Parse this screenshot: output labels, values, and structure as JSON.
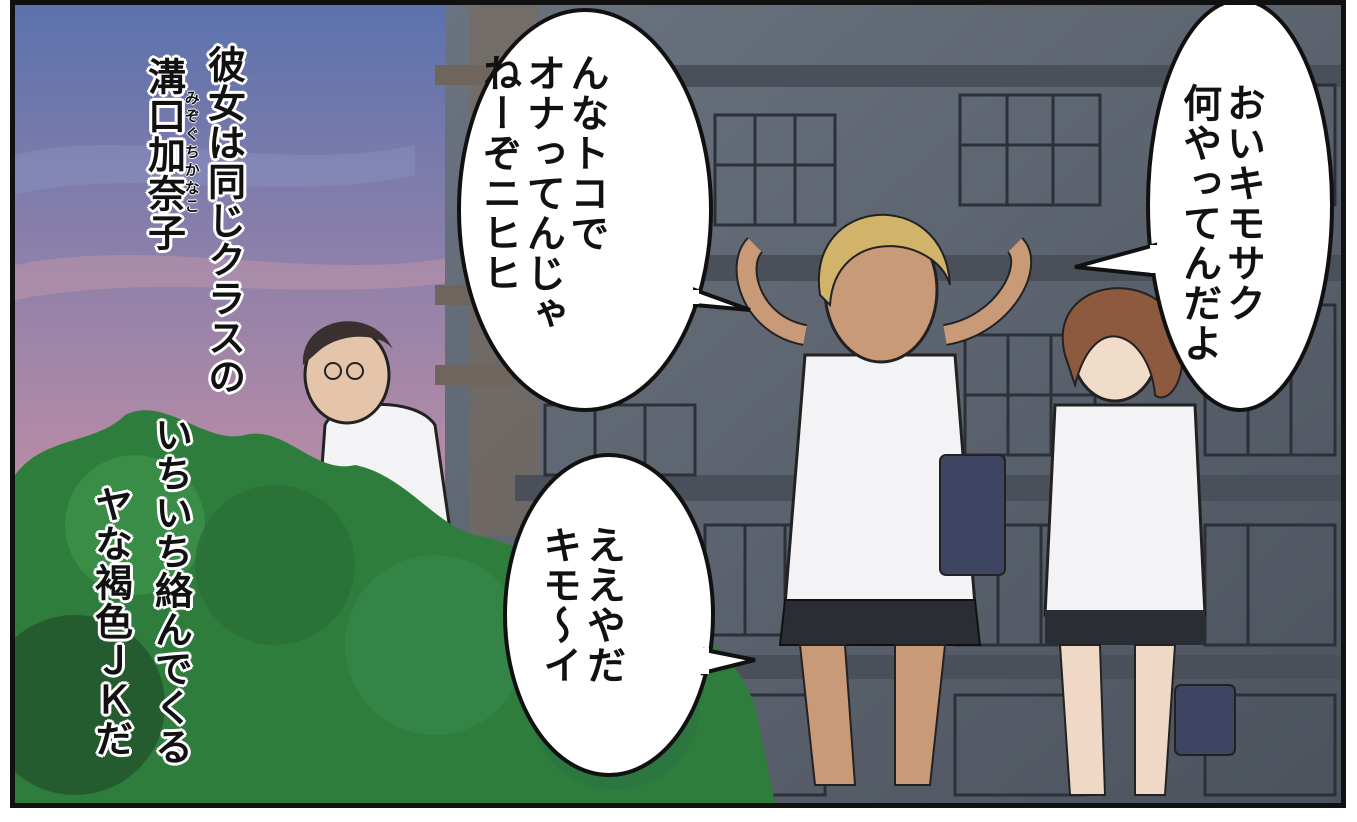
{
  "narration": {
    "line1": "彼女は同じクラスの",
    "line2": "溝口加奈子",
    "furigana": "みぞぐちかなこ",
    "line3": "いちいち絡んでくる",
    "line4": "ヤな褐色ＪＫだ"
  },
  "bubbles": {
    "speech_left": "んなトコで\nオナってんじゃ\nねーぞニヒヒ",
    "speech_right": "おいキモサク\n何やってんだよ",
    "speech_bottom": "ええやだ\nキモ〜イ"
  },
  "colors": {
    "sky_top": "#5b72ad",
    "sky_bottom": "#e99b8c",
    "building": "#5b626d",
    "bushes": "#2f7d3d",
    "skin_tan": "#c99a78",
    "shirt": "#f3f3f5",
    "skirt": "#2a2d34"
  }
}
